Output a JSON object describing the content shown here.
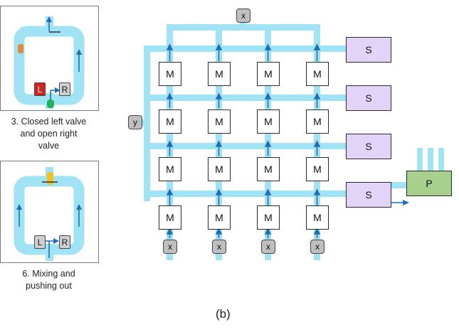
{
  "panel_a": {
    "step3": {
      "caption_line1": "3. Closed left valve",
      "caption_line2": "and open right",
      "caption_line3": "valve",
      "left_valve": "L",
      "right_valve": "R"
    },
    "step6": {
      "caption_line1": "6. Mixing and",
      "caption_line2": "pushing out",
      "left_valve": "L",
      "right_valve": "R"
    }
  },
  "panel_b": {
    "figure_label": "(b)",
    "top_input": "x",
    "side_input": "y",
    "bottom_inputs": [
      "x",
      "x",
      "x",
      "x"
    ],
    "mixer_label": "M",
    "storage_labels": [
      "S",
      "S",
      "S",
      "S"
    ],
    "processor_label": "P"
  },
  "colors": {
    "channel": "#9fe3f5",
    "arrow": "#1f6fb5",
    "storage": "#e2d4f8",
    "processor": "#a6d08c",
    "valve_closed": "#d32222",
    "valve_open": "#cfcfcf",
    "droplet_orange": "#e08a3c",
    "droplet_green": "#22b35a",
    "droplet_yellow": "#f2c21b"
  }
}
